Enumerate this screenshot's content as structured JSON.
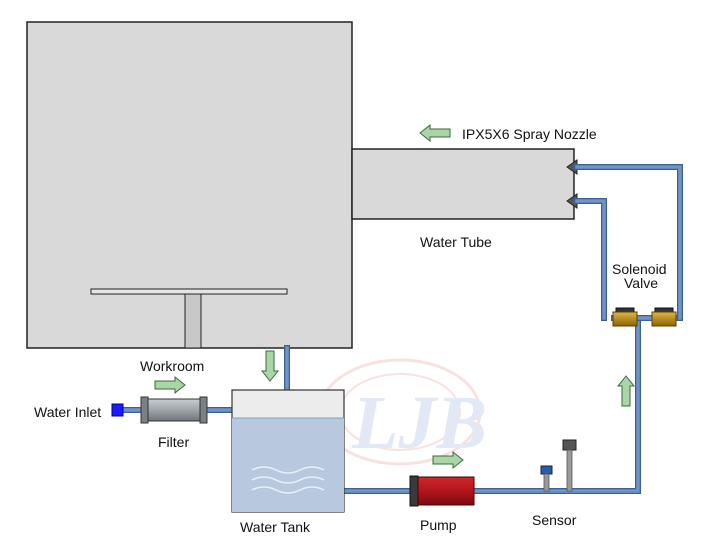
{
  "labels": {
    "spray_nozzle": "IPX5X6 Spray Nozzle",
    "water_tube": "Water Tube",
    "solenoid_valve_line1": "Solenoid",
    "solenoid_valve_line2": "Valve",
    "workroom": "Workroom",
    "water_inlet": "Water Inlet",
    "filter": "Filter",
    "water_tank": "Water Tank",
    "pump": "Pump",
    "sensor": "Sensor"
  },
  "watermark": {
    "text": "LJB"
  },
  "colors": {
    "pipe": "#6f94c8",
    "pipe_edge": "#3d5f91",
    "chamber_fill": "#d9d9d9",
    "chamber_edge": "#222222",
    "tank_water": "#b7c8df",
    "pump_body": "#b3161c",
    "filter_body": "#9ea4aa",
    "valve_brass": "#b8860b",
    "arrow_fill": "#a9d5a9",
    "arrow_edge": "#3a6a3a",
    "inlet_blue": "#1a1aff",
    "watermark_red": "#f2c9c9",
    "watermark_blue": "#cbd6ee"
  }
}
